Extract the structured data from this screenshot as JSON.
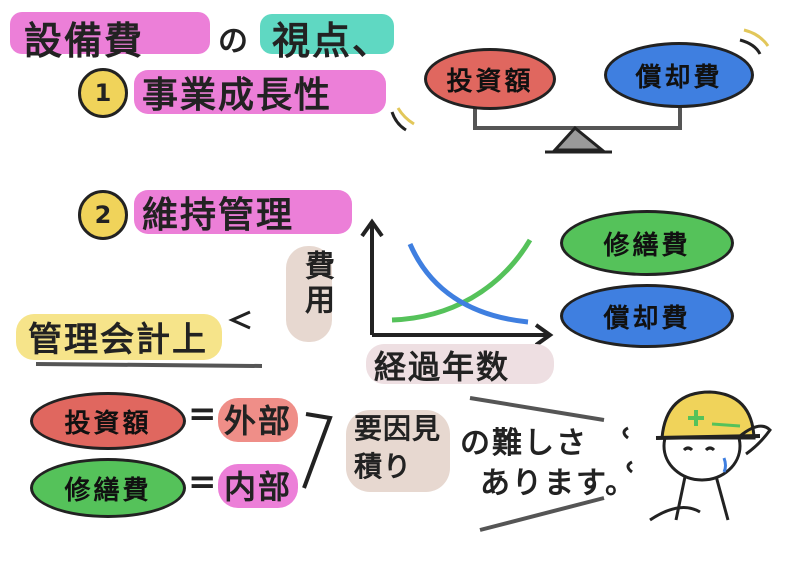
{
  "title": {
    "part1": "設備費",
    "part2": "の",
    "part3": "視点、"
  },
  "viewpoints": [
    {
      "number": "1",
      "label": "事業成長性"
    },
    {
      "number": "2",
      "label": "維持管理"
    }
  ],
  "balance": {
    "left": "投資額",
    "right": "償却費"
  },
  "graph": {
    "ylabel": "費用",
    "xlabel": "経過年数",
    "legend": [
      "修繕費",
      "償却費"
    ]
  },
  "management": {
    "heading": "管理会計上",
    "rows": [
      {
        "item": "投資額",
        "eq": "=",
        "value": "外部"
      },
      {
        "item": "修繕費",
        "eq": "=",
        "value": "内部"
      }
    ],
    "factor": "要因見積り",
    "note_line1": "の難しさ",
    "note_line2": "あります。"
  },
  "colors": {
    "pink": "#ec7fd8",
    "teal": "#5fd8c2",
    "yellow": "#f0d35a",
    "red": "#e0675f",
    "blue": "#3f7fe0",
    "green": "#55c25a",
    "lightred": "#ef8e88",
    "sand": "#e7d8d0"
  }
}
